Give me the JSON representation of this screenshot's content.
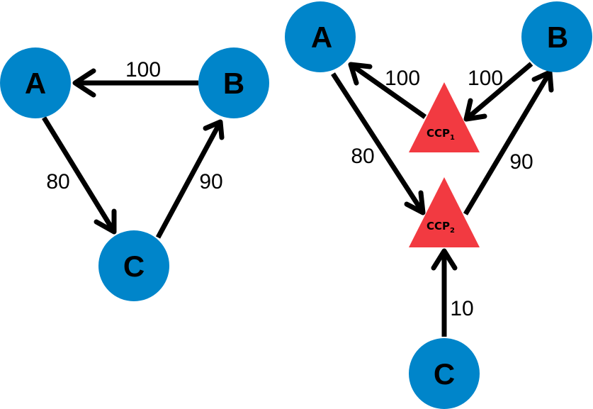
{
  "colors": {
    "node_fill": "#0085CA",
    "ccp_fill": "#F23A41",
    "edge": "#000000",
    "background": "#FFFFFF"
  },
  "diagrams": [
    {
      "name": "direct-network",
      "nodes": [
        {
          "id": "A",
          "label": "A",
          "shape": "circle"
        },
        {
          "id": "B",
          "label": "B",
          "shape": "circle"
        },
        {
          "id": "C",
          "label": "C",
          "shape": "circle"
        }
      ],
      "edges": [
        {
          "from": "B",
          "to": "A",
          "label": "100"
        },
        {
          "from": "A",
          "to": "C",
          "label": "80"
        },
        {
          "from": "C",
          "to": "B",
          "label": "90"
        }
      ]
    },
    {
      "name": "ccp-network",
      "nodes": [
        {
          "id": "A",
          "label": "A",
          "shape": "circle"
        },
        {
          "id": "B",
          "label": "B",
          "shape": "circle"
        },
        {
          "id": "C",
          "label": "C",
          "shape": "circle"
        },
        {
          "id": "CCP1",
          "label": "CCP",
          "subscript": "1",
          "shape": "triangle"
        },
        {
          "id": "CCP2",
          "label": "CCP",
          "subscript": "2",
          "shape": "triangle"
        }
      ],
      "edges": [
        {
          "from": "CCP1",
          "to": "A",
          "label": "100"
        },
        {
          "from": "B",
          "to": "CCP1",
          "label": "100"
        },
        {
          "from": "A",
          "to": "CCP2",
          "label": "80"
        },
        {
          "from": "CCP2",
          "to": "B",
          "label": "90"
        },
        {
          "from": "C",
          "to": "CCP2",
          "label": "10"
        }
      ]
    }
  ]
}
